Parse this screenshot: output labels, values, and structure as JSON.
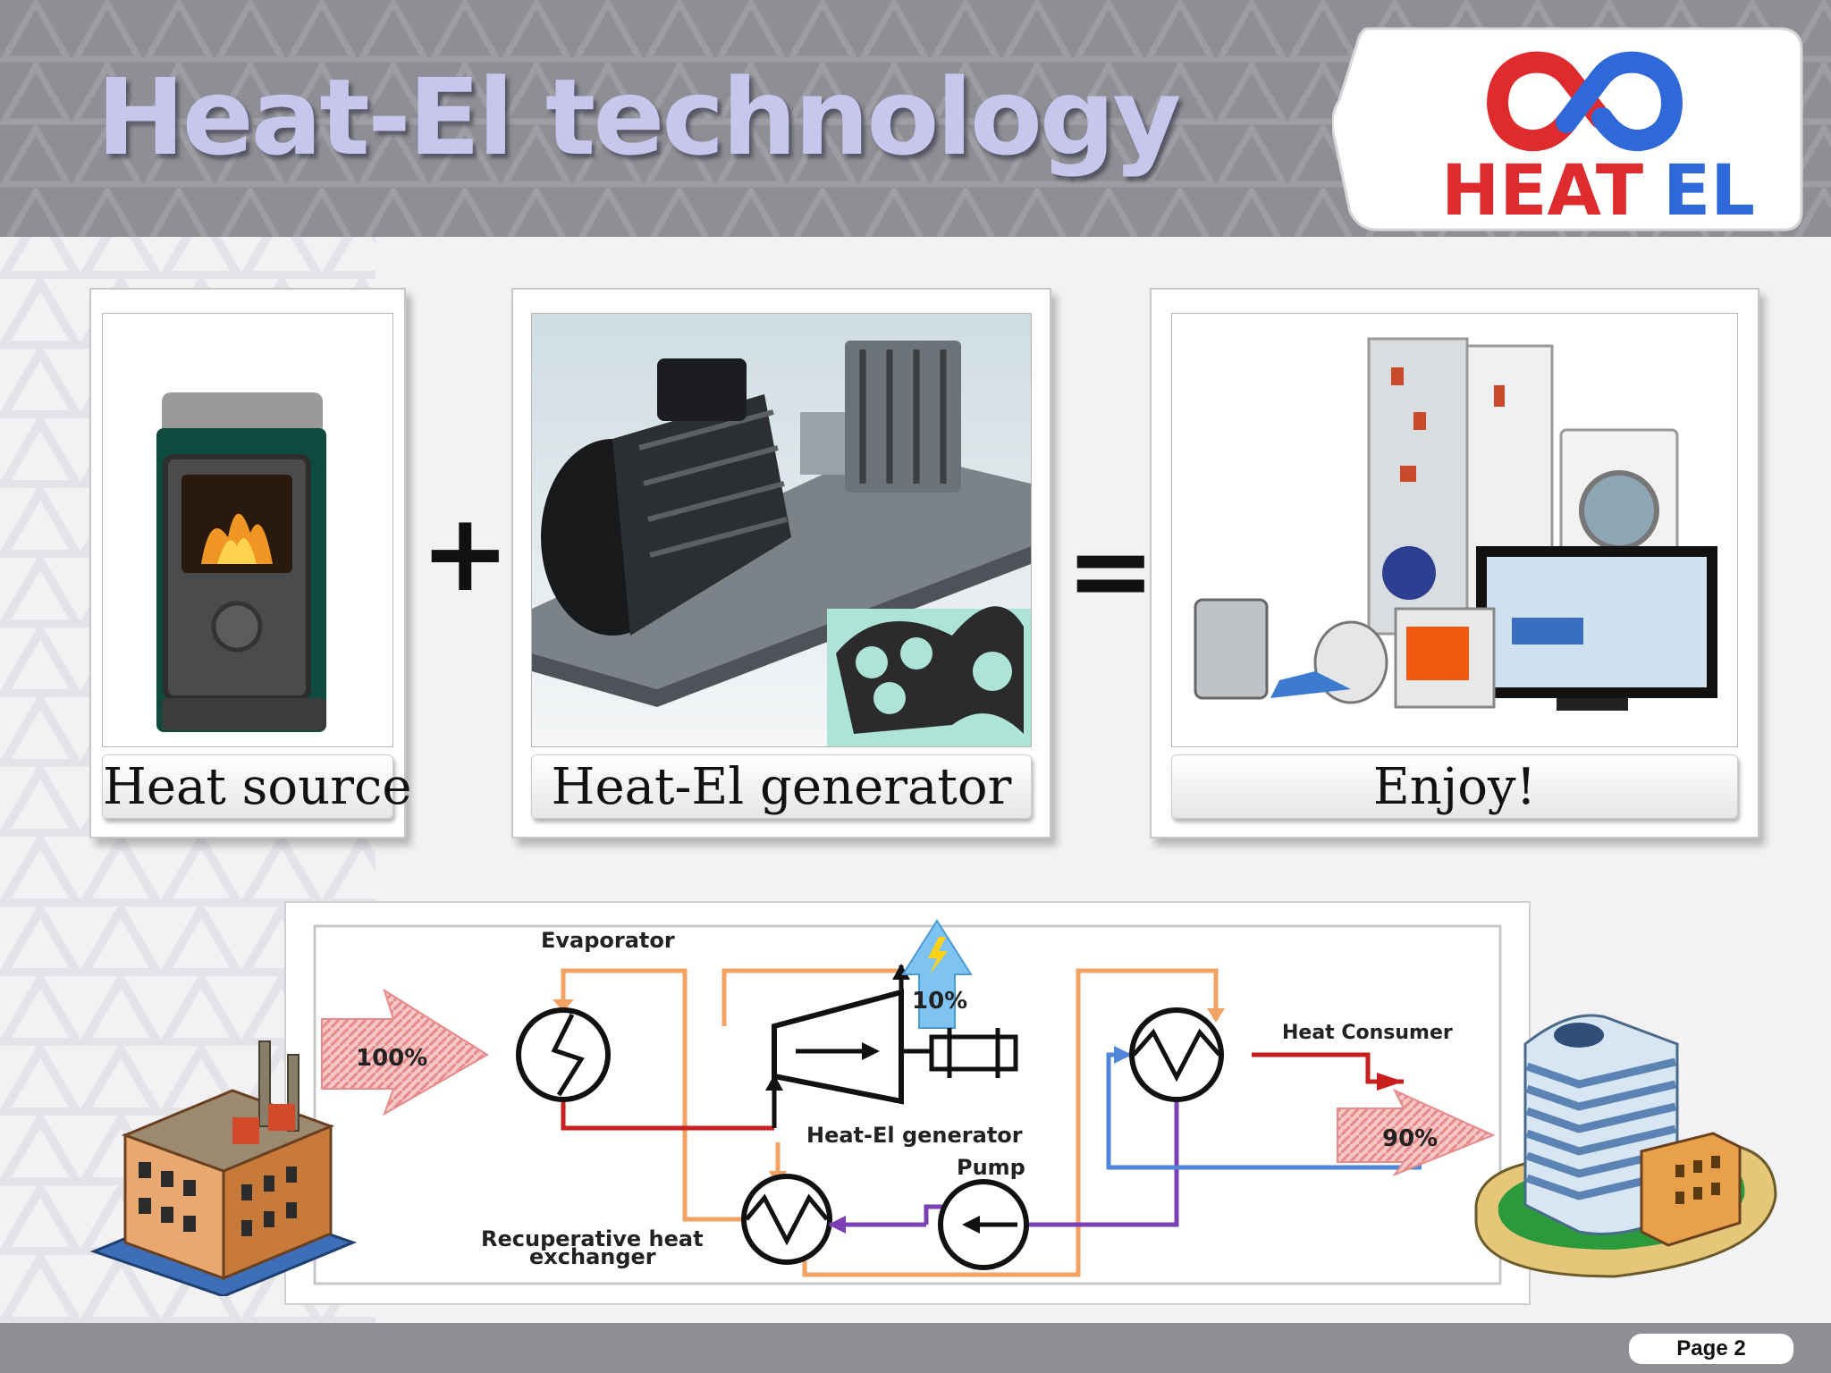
{
  "title": "Heat-El technology",
  "logo": {
    "text_left": "HEAT",
    "text_right": "EL",
    "red": "#e02b2e",
    "blue": "#2f68d8"
  },
  "panels": {
    "heat_source": {
      "caption": "Heat source"
    },
    "generator": {
      "caption": "Heat-El generator"
    },
    "enjoy": {
      "caption": "Enjoy!"
    }
  },
  "operators": {
    "plus": "+",
    "equals": "="
  },
  "diagram": {
    "evaporator": "Evaporator",
    "input_percent": "100%",
    "electric_percent": "10%",
    "generator": "Heat-El generator",
    "pump": "Pump",
    "recuperative_line1": "Recuperative heat",
    "recuperative_line2": "exchanger",
    "heat_consumer": "Heat Consumer",
    "output_percent": "90%"
  },
  "footer": {
    "page": "Page 2"
  },
  "colors": {
    "orange": "#f2a262",
    "red": "#c81e1e",
    "blue": "#4f86d9",
    "purple": "#7a3fb5"
  }
}
